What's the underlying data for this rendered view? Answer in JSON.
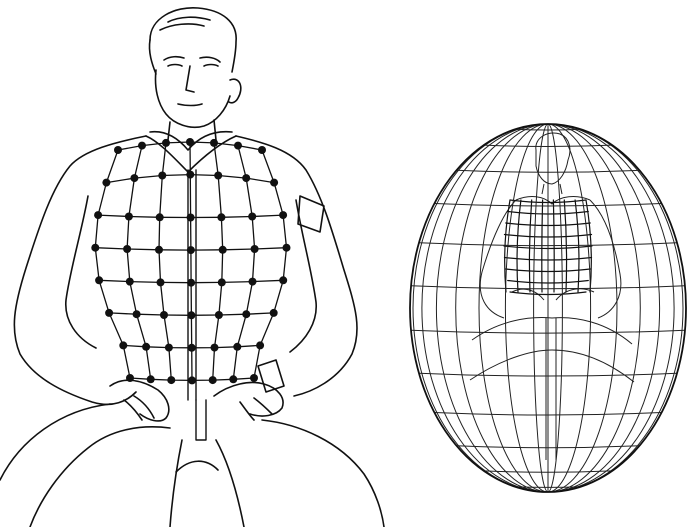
{
  "figure": {
    "panels": [
      {
        "id": "torso-electrode-grid",
        "subject": "seated-man-with-dot-grid-on-torso",
        "grid_rows": 8,
        "grid_cols": 7,
        "marker": "dot"
      },
      {
        "id": "spherical-projection",
        "subject": "seated-man-inside-globe-grid",
        "latitude_lines": 13,
        "longitude_lines": 15
      }
    ],
    "colors": {
      "ink": "#111111",
      "background": "#ffffff"
    }
  }
}
